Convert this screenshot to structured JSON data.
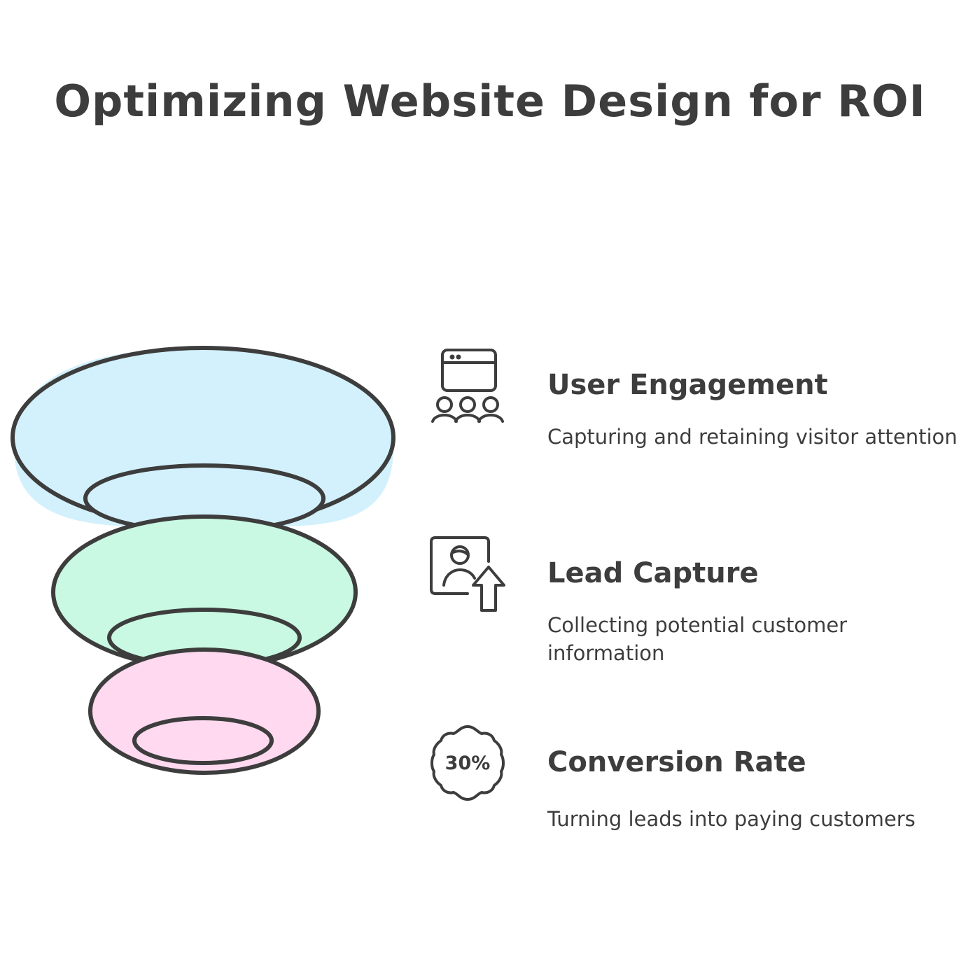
{
  "title": "Optimizing Website Design for ROI",
  "colors": {
    "stroke": "#3d3d3d",
    "tier_1_fill": "#d3f1fc",
    "tier_2_fill": "#c9f9e3",
    "tier_3_fill": "#ffd9f0"
  },
  "stages": [
    {
      "icon": "browser-audience-icon",
      "heading": "User Engagement",
      "description": "Capturing and retaining visitor attention"
    },
    {
      "icon": "user-profile-upload-icon",
      "heading": "Lead Capture",
      "description": "Collecting potential customer information"
    },
    {
      "icon": "percent-badge-icon",
      "heading": "Conversion Rate",
      "description": "Turning leads into paying customers",
      "badge_text": "30%"
    }
  ]
}
